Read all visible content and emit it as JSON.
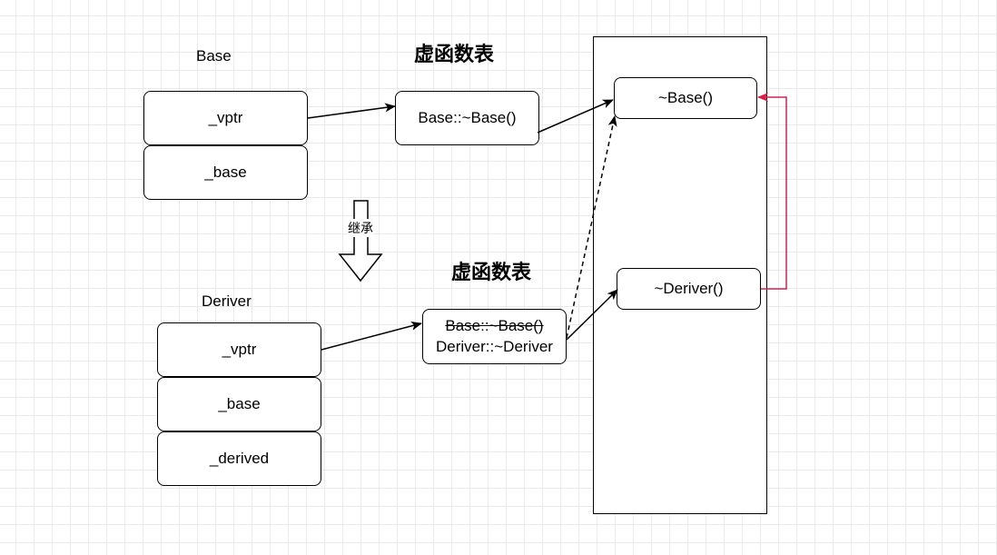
{
  "base": {
    "class_label": "Base",
    "fields": [
      "_vptr",
      "_base"
    ],
    "vtable_title": "虚函数表",
    "vtable_entry": "Base::~Base()"
  },
  "deriver": {
    "class_label": "Deriver",
    "fields": [
      "_vptr",
      "_base",
      "_derived"
    ],
    "vtable_title": "虚函数表",
    "vtable_entry_overridden": "Base::~Base()",
    "vtable_entry": "Deriver::~Deriver"
  },
  "inherit_label": "继承",
  "function_area": {
    "base_dtor": "~Base()",
    "deriver_dtor": "~Deriver()"
  },
  "colors": {
    "stroke": "#000000",
    "call_arrow": "#d6204e",
    "grid": "#e9e9e9"
  }
}
